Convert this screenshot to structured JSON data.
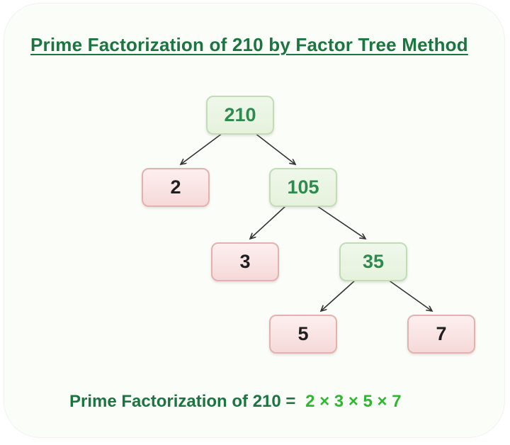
{
  "title": "Prime Factorization of 210 by Factor Tree Method",
  "tree": {
    "nodes": [
      {
        "id": "210",
        "label": "210",
        "type": "composite"
      },
      {
        "id": "2",
        "label": "2",
        "type": "prime"
      },
      {
        "id": "105",
        "label": "105",
        "type": "composite"
      },
      {
        "id": "3",
        "label": "3",
        "type": "prime"
      },
      {
        "id": "35",
        "label": "35",
        "type": "composite"
      },
      {
        "id": "5",
        "label": "5",
        "type": "prime"
      },
      {
        "id": "7",
        "label": "7",
        "type": "prime"
      }
    ],
    "edges": [
      {
        "from": "210",
        "to": "2"
      },
      {
        "from": "210",
        "to": "105"
      },
      {
        "from": "105",
        "to": "3"
      },
      {
        "from": "105",
        "to": "35"
      },
      {
        "from": "35",
        "to": "5"
      },
      {
        "from": "35",
        "to": "7"
      }
    ]
  },
  "result": {
    "prefix": "Prime Factorization of 210 =",
    "factors": "2 × 3 × 5 × 7"
  },
  "colors": {
    "title_green": "#1b7540",
    "composite_node_fill": "#e9f4e2",
    "composite_node_border": "#c2dcb6",
    "composite_node_text": "#2e8b50",
    "prime_node_fill": "#fbe4e4",
    "prime_node_border": "#e5b0b0",
    "prime_node_text": "#1f1f1f",
    "factors_green": "#2eb82e",
    "arrow_color": "#333333"
  }
}
